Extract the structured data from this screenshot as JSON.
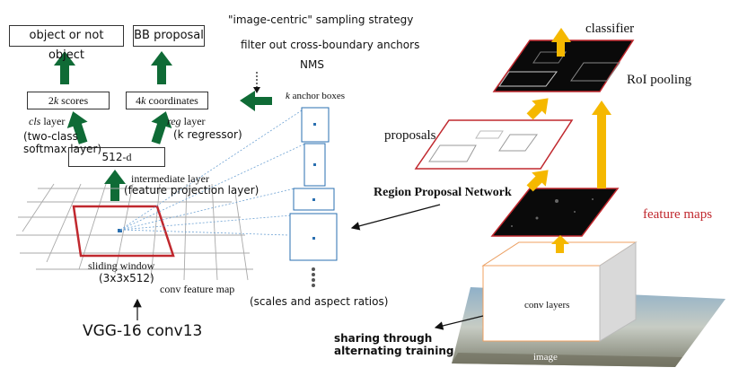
{
  "left": {
    "objectness_label": "object or not object",
    "bb_label": "BB proposal",
    "scores_num": "2",
    "scores_k": "k",
    "scores_suffix": " scores",
    "coords_num": "4",
    "coords_k": "k",
    "coords_suffix": " coordinates",
    "cls_italic": "cls",
    "cls_rest": " layer",
    "cls_note": "(two-class",
    "cls_note2": "softmax layer)",
    "reg_italic": "reg",
    "reg_rest": " layer",
    "reg_note": "(k regressor)",
    "intermediate_main": "512",
    "intermediate_suffix": "-d",
    "intermediate_caption": "intermediate layer",
    "intermediate_note": "(feature projection layer)",
    "sliding_caption": "sliding window",
    "sliding_note": "(3x3x512)",
    "feature_map_caption": "conv feature map",
    "vgg_label": "VGG-16 conv13",
    "sampling_line1": "\"image-centric\" sampling strategy",
    "sampling_line2": "filter out cross-boundary anchors",
    "sampling_line3": "NMS",
    "anchor_k": "k",
    "anchor_rest": " anchor boxes",
    "scales_caption": "(scales and aspect ratios)"
  },
  "right": {
    "classifier_label": "classifier",
    "roi_label": "RoI pooling",
    "proposals_label": "proposals",
    "rpn_label": "Region Proposal Network",
    "feature_maps_label": "feature maps",
    "conv_layers_label": "conv layers",
    "image_label": "image",
    "sharing_line1": "sharing through",
    "sharing_line2": "alternating training"
  },
  "colors": {
    "green": "#0f6b36",
    "red": "#c0282e",
    "gold": "#f5b800",
    "anchor_blue": "#2a6fb0",
    "dark": "#0a0a0a"
  }
}
